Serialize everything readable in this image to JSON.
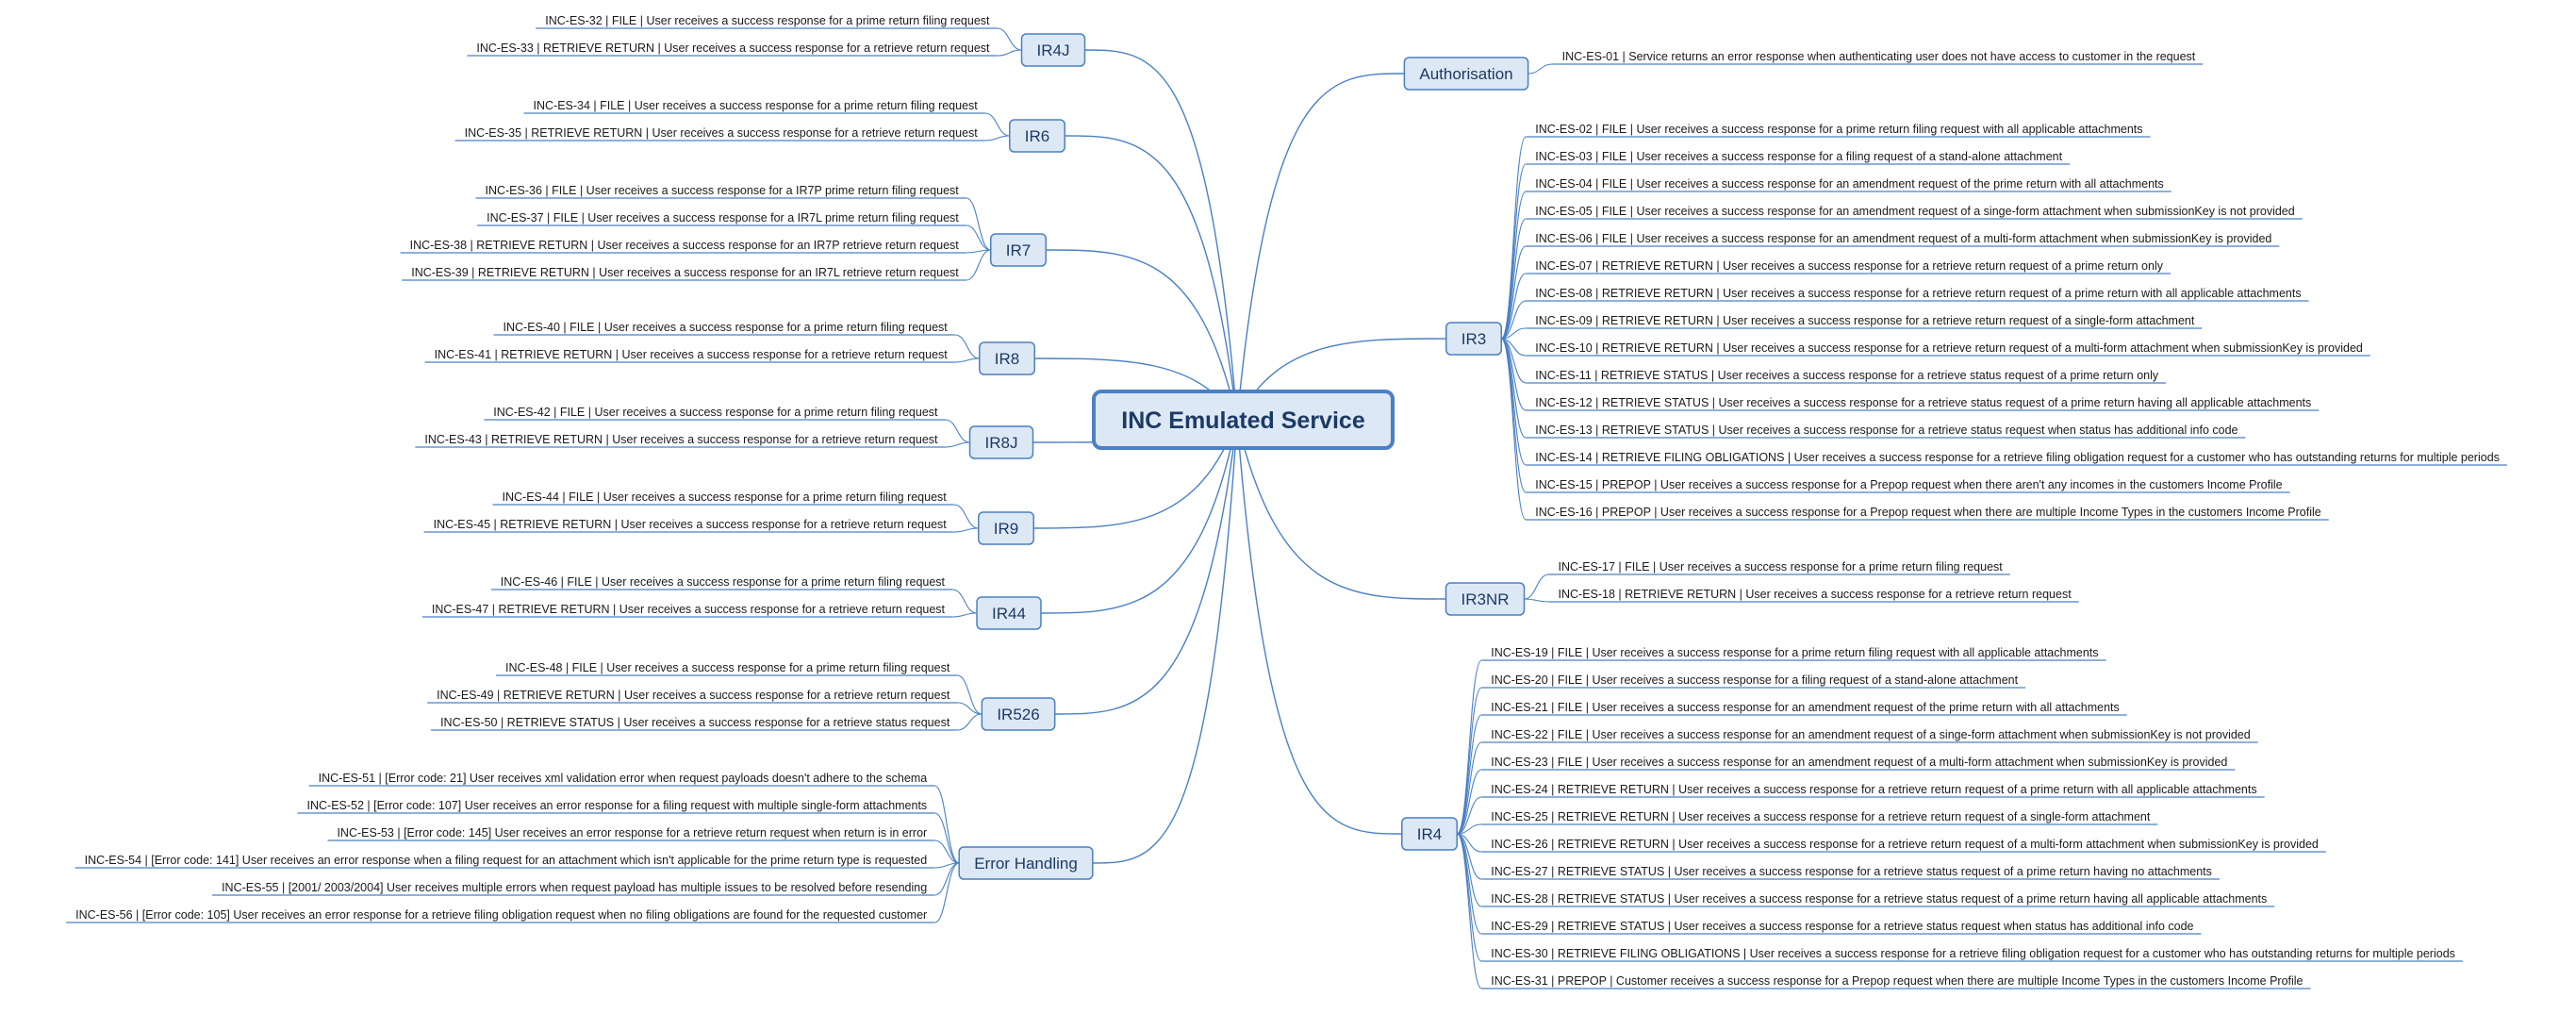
{
  "central": {
    "label": "INC Emulated Service"
  },
  "colors": {
    "line": "#4a80c4",
    "box_fill": "#dde8f5",
    "box_stroke": "#4a80c4",
    "text": "#1a1a1a"
  },
  "branches": [
    {
      "label": "IR4J",
      "side": "left",
      "items": [
        "INC-ES-32 | FILE | User receives a success response for a prime return filing request",
        "INC-ES-33 | RETRIEVE RETURN | User receives a success response for a retrieve return request"
      ]
    },
    {
      "label": "IR6",
      "side": "left",
      "items": [
        "INC-ES-34 | FILE | User receives a success response for a prime return filing request",
        "INC-ES-35 | RETRIEVE RETURN | User receives a success response for a retrieve return request"
      ]
    },
    {
      "label": "IR7",
      "side": "left",
      "items": [
        "INC-ES-36 | FILE | User receives a success response for a IR7P prime return filing request",
        "INC-ES-37 | FILE | User receives a success response for a IR7L prime return filing request",
        "INC-ES-38 | RETRIEVE RETURN | User receives a success response for an IR7P retrieve return request",
        "INC-ES-39 | RETRIEVE RETURN | User receives a success response for an IR7L retrieve return request"
      ]
    },
    {
      "label": "IR8",
      "side": "left",
      "items": [
        "INC-ES-40 | FILE | User receives a success response for a prime return filing request",
        "INC-ES-41 | RETRIEVE RETURN | User receives a success response for a retrieve return request"
      ]
    },
    {
      "label": "IR8J",
      "side": "left",
      "items": [
        "INC-ES-42 | FILE | User receives a success response for a prime return filing request",
        "INC-ES-43 | RETRIEVE RETURN | User receives a success response for a retrieve return request"
      ]
    },
    {
      "label": "IR9",
      "side": "left",
      "items": [
        "INC-ES-44 | FILE | User receives a success response for a prime return filing request",
        "INC-ES-45 | RETRIEVE RETURN | User receives a success response for a retrieve return request"
      ]
    },
    {
      "label": "IR44",
      "side": "left",
      "items": [
        "INC-ES-46 | FILE | User receives a success response for a prime return filing request",
        "INC-ES-47 | RETRIEVE RETURN | User receives a success response for a retrieve return request"
      ]
    },
    {
      "label": "IR526",
      "side": "left",
      "items": [
        "INC-ES-48 | FILE | User receives a success response for a prime return filing request",
        "INC-ES-49 | RETRIEVE RETURN | User receives a success response for a retrieve return request",
        "INC-ES-50 | RETRIEVE STATUS | User receives a success response for a retrieve status request"
      ]
    },
    {
      "label": "Error Handling",
      "side": "left",
      "items": [
        "INC-ES-51 | [Error code: 21] User receives xml validation error when request payloads doesn't adhere to the schema",
        "INC-ES-52 | [Error code: 107] User receives an error response for a filing request with multiple single-form attachments",
        "INC-ES-53 | [Error code: 145] User receives an error response for a retrieve return request when return is in error",
        "INC-ES-54 | [Error code: 141] User receives an error response when a filing request for an attachment which isn't applicable for the prime return type is requested",
        "INC-ES-55 | [2001/ 2003/2004] User receives multiple errors when request payload has multiple issues to be resolved before resending",
        "INC-ES-56 | [Error code: 105] User receives an error response for a retrieve filing obligation request when no filing obligations are found for the requested customer"
      ]
    },
    {
      "label": "Authorisation",
      "side": "right",
      "items": [
        "INC-ES-01 | Service returns an error response when authenticating user does not have access to customer in the request"
      ]
    },
    {
      "label": "IR3",
      "side": "right",
      "items": [
        "INC-ES-02 | FILE | User receives a success response for a prime return filing request with all applicable attachments",
        "INC-ES-03 | FILE | User receives a success response for a filing request of a stand-alone attachment",
        "INC-ES-04 | FILE | User receives a success response for an amendment request of the prime return with all attachments",
        "INC-ES-05 | FILE | User receives a success response for an amendment request of a singe-form attachment when submissionKey is not provided",
        "INC-ES-06 | FILE | User receives a success response for an amendment request of a multi-form attachment when submissionKey is provided",
        "INC-ES-07 | RETRIEVE RETURN | User receives a success response for a retrieve return request of a prime return only",
        "INC-ES-08 | RETRIEVE RETURN | User receives a success response for a retrieve return request of a prime return with all applicable attachments",
        "INC-ES-09 | RETRIEVE RETURN | User receives a success response for a retrieve return request of a single-form attachment",
        "INC-ES-10 | RETRIEVE RETURN | User receives a success response for a retrieve return request of a multi-form attachment when submissionKey is provided",
        "INC-ES-11 | RETRIEVE STATUS | User receives a success response for a retrieve status request of a prime return only",
        "INC-ES-12 | RETRIEVE STATUS | User receives a success response for a retrieve status request of a prime return having all applicable attachments",
        "INC-ES-13 | RETRIEVE STATUS | User receives a success response for a retrieve status request when status has additional info code",
        "INC-ES-14 | RETRIEVE FILING OBLIGATIONS | User receives a success response for a retrieve filing obligation request for a customer who has outstanding returns for multiple periods",
        "INC-ES-15 | PREPOP | User receives a success response for a Prepop request when there aren't any incomes in the customers Income Profile",
        "INC-ES-16 | PREPOP | User receives a success response for a Prepop request when there are multiple Income Types in the customers Income Profile"
      ]
    },
    {
      "label": "IR3NR",
      "side": "right",
      "items": [
        "INC-ES-17 | FILE | User receives a success response for a prime return filing request",
        "INC-ES-18 | RETRIEVE RETURN | User receives a success response for a retrieve return request"
      ]
    },
    {
      "label": "IR4",
      "side": "right",
      "items": [
        "INC-ES-19 | FILE | User receives a success response for a prime return filing request with all applicable attachments",
        "INC-ES-20 | FILE | User receives a success response for a filing request of a stand-alone attachment",
        "INC-ES-21 | FILE | User receives a success response for an amendment request of the prime return with all attachments",
        "INC-ES-22 | FILE | User receives a success response for an amendment request of a singe-form attachment when submissionKey is not provided",
        "INC-ES-23 | FILE | User receives a success response for an amendment request of a multi-form attachment when submissionKey is provided",
        "INC-ES-24 | RETRIEVE RETURN | User receives a success response for a retrieve return request of a prime return with all applicable attachments",
        "INC-ES-25 | RETRIEVE RETURN | User receives a success response for a retrieve return request of a single-form attachment",
        "INC-ES-26 | RETRIEVE RETURN | User receives a success response for a retrieve return request of a multi-form attachment when submissionKey is provided",
        "INC-ES-27 | RETRIEVE STATUS | User receives a success response for a retrieve status request of a prime return having no attachments",
        "INC-ES-28 | RETRIEVE STATUS | User receives a success response for a retrieve status request of a prime return having all applicable attachments",
        "INC-ES-29 | RETRIEVE STATUS | User receives a success response for a retrieve status request when status has additional info code",
        "INC-ES-30 | RETRIEVE FILING OBLIGATIONS | User receives a success response for a retrieve filing obligation request for a customer who has outstanding returns for multiple periods",
        "INC-ES-31 | PREPOP | Customer receives a success response for a Prepop request when there are multiple Income Types in the customers Income Profile"
      ]
    }
  ]
}
